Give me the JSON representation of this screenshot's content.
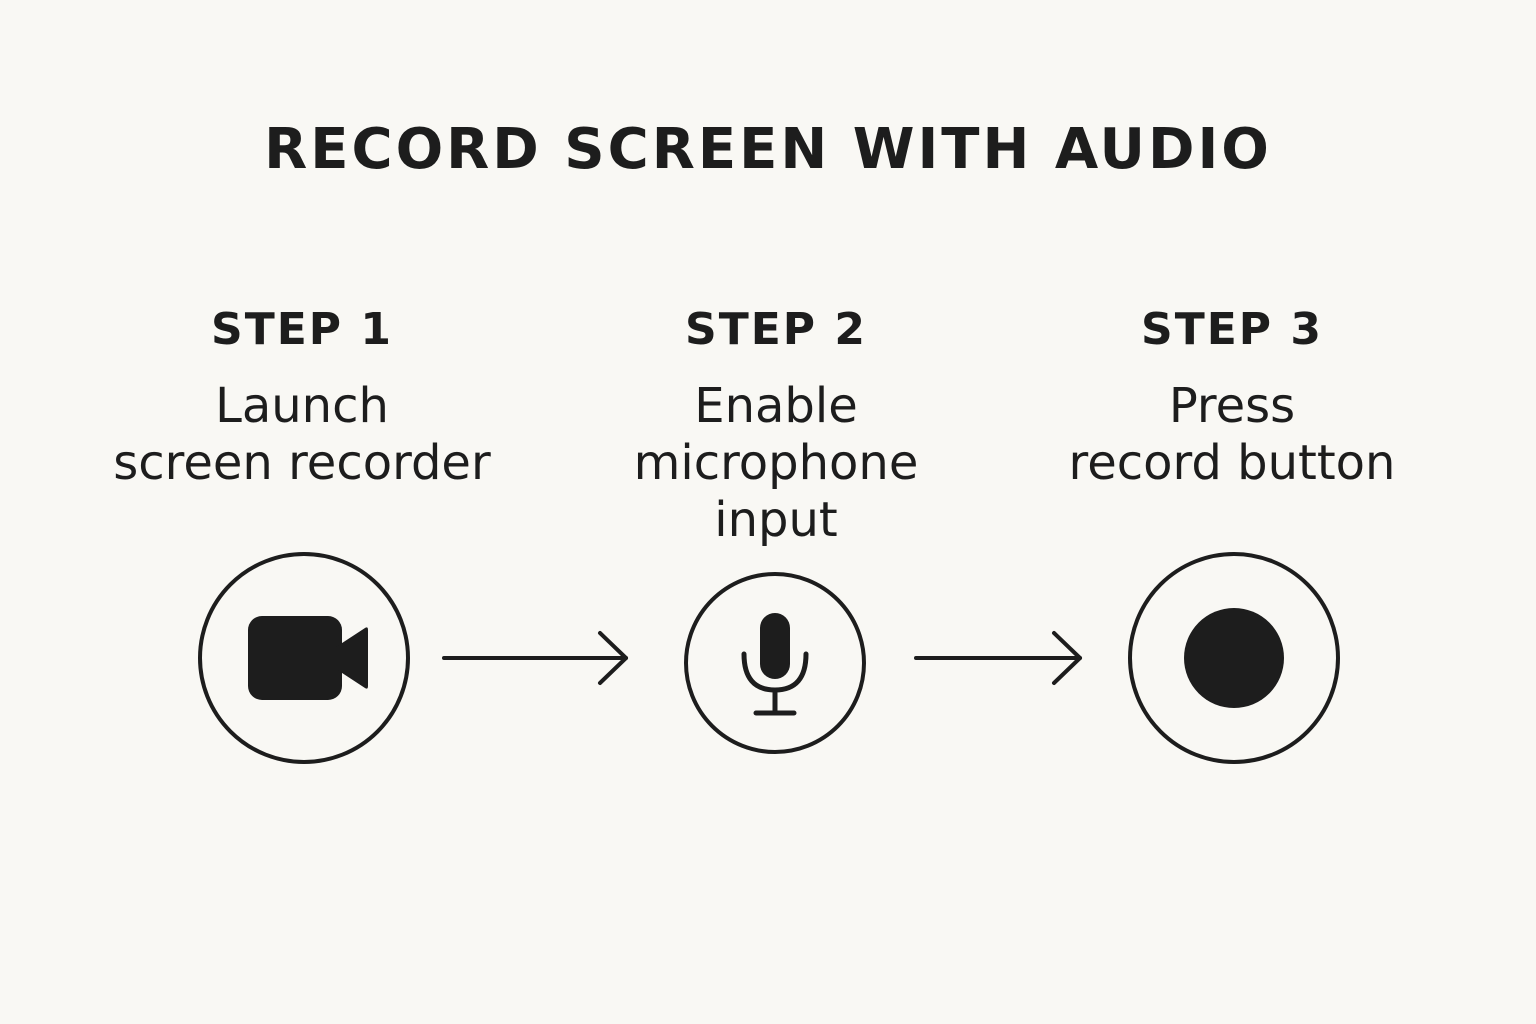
{
  "title": "RECORD SCREEN WITH AUDIO",
  "steps": [
    {
      "label": "STEP 1",
      "description": "Launch\nscreen recorder",
      "icon": "video-camera-icon"
    },
    {
      "label": "STEP 2",
      "description": "Enable\nmicrophone\ninput",
      "icon": "microphone-icon"
    },
    {
      "label": "STEP 3",
      "description": "Press\nrecord button",
      "icon": "record-icon"
    }
  ],
  "colors": {
    "background": "#f9f8f4",
    "ink": "#1d1d1d"
  }
}
